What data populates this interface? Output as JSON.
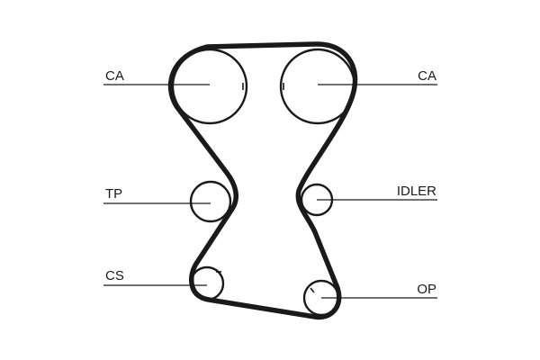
{
  "labels": {
    "cam_left": "CA",
    "cam_right": "CA",
    "tensioner": "TP",
    "idler": "IDLER",
    "crankshaft": "CS",
    "oil_pump": "OP"
  }
}
